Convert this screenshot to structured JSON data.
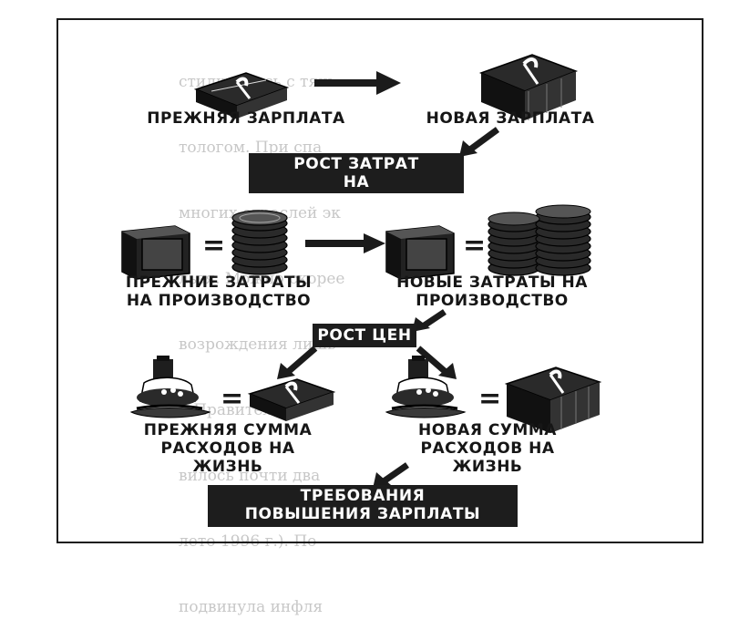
{
  "background_text": [
    "стилкнулась с тяж",
    "тологом. При спа",
    "многих отраслей эк",
    "льзя. Можно скорее",
    "возрождения лишь",
    "   Правительст",
    "вилось почти два",
    "лето 1996 г.). По",
    "подвинула инфля"
  ],
  "diagram": {
    "old_salary": "ПРЕЖНЯЯ ЗАРПЛАТА",
    "new_salary": "НОВАЯ ЗАРПЛАТА",
    "banner_production_cost": "РОСТ ЗАТРАТ НА ПРОИЗВОДСТВО",
    "old_costs": "ПРЕЖНИЕ ЗАТРАТЫ НА ПРОИЗВОДСТВО",
    "new_costs": "НОВЫЕ ЗАТРАТЫ НА ПРОИЗВОДСТВО",
    "banner_prices": "РОСТ ЦЕН",
    "old_living": "ПРЕЖНЯЯ СУММА РАСХОДОВ НА ЖИЗНЬ",
    "new_living": "НОВАЯ СУММА РАСХОДОВ НА ЖИЗНЬ",
    "banner_demands": "ТРЕБОВАНИЯ ПОВЫШЕНИЯ ЗАРПЛАТЫ",
    "equals": "="
  },
  "colors": {
    "ink": "#1b1b1b",
    "banner_bg": "#1d1d1d",
    "banner_text": "#ffffff"
  }
}
